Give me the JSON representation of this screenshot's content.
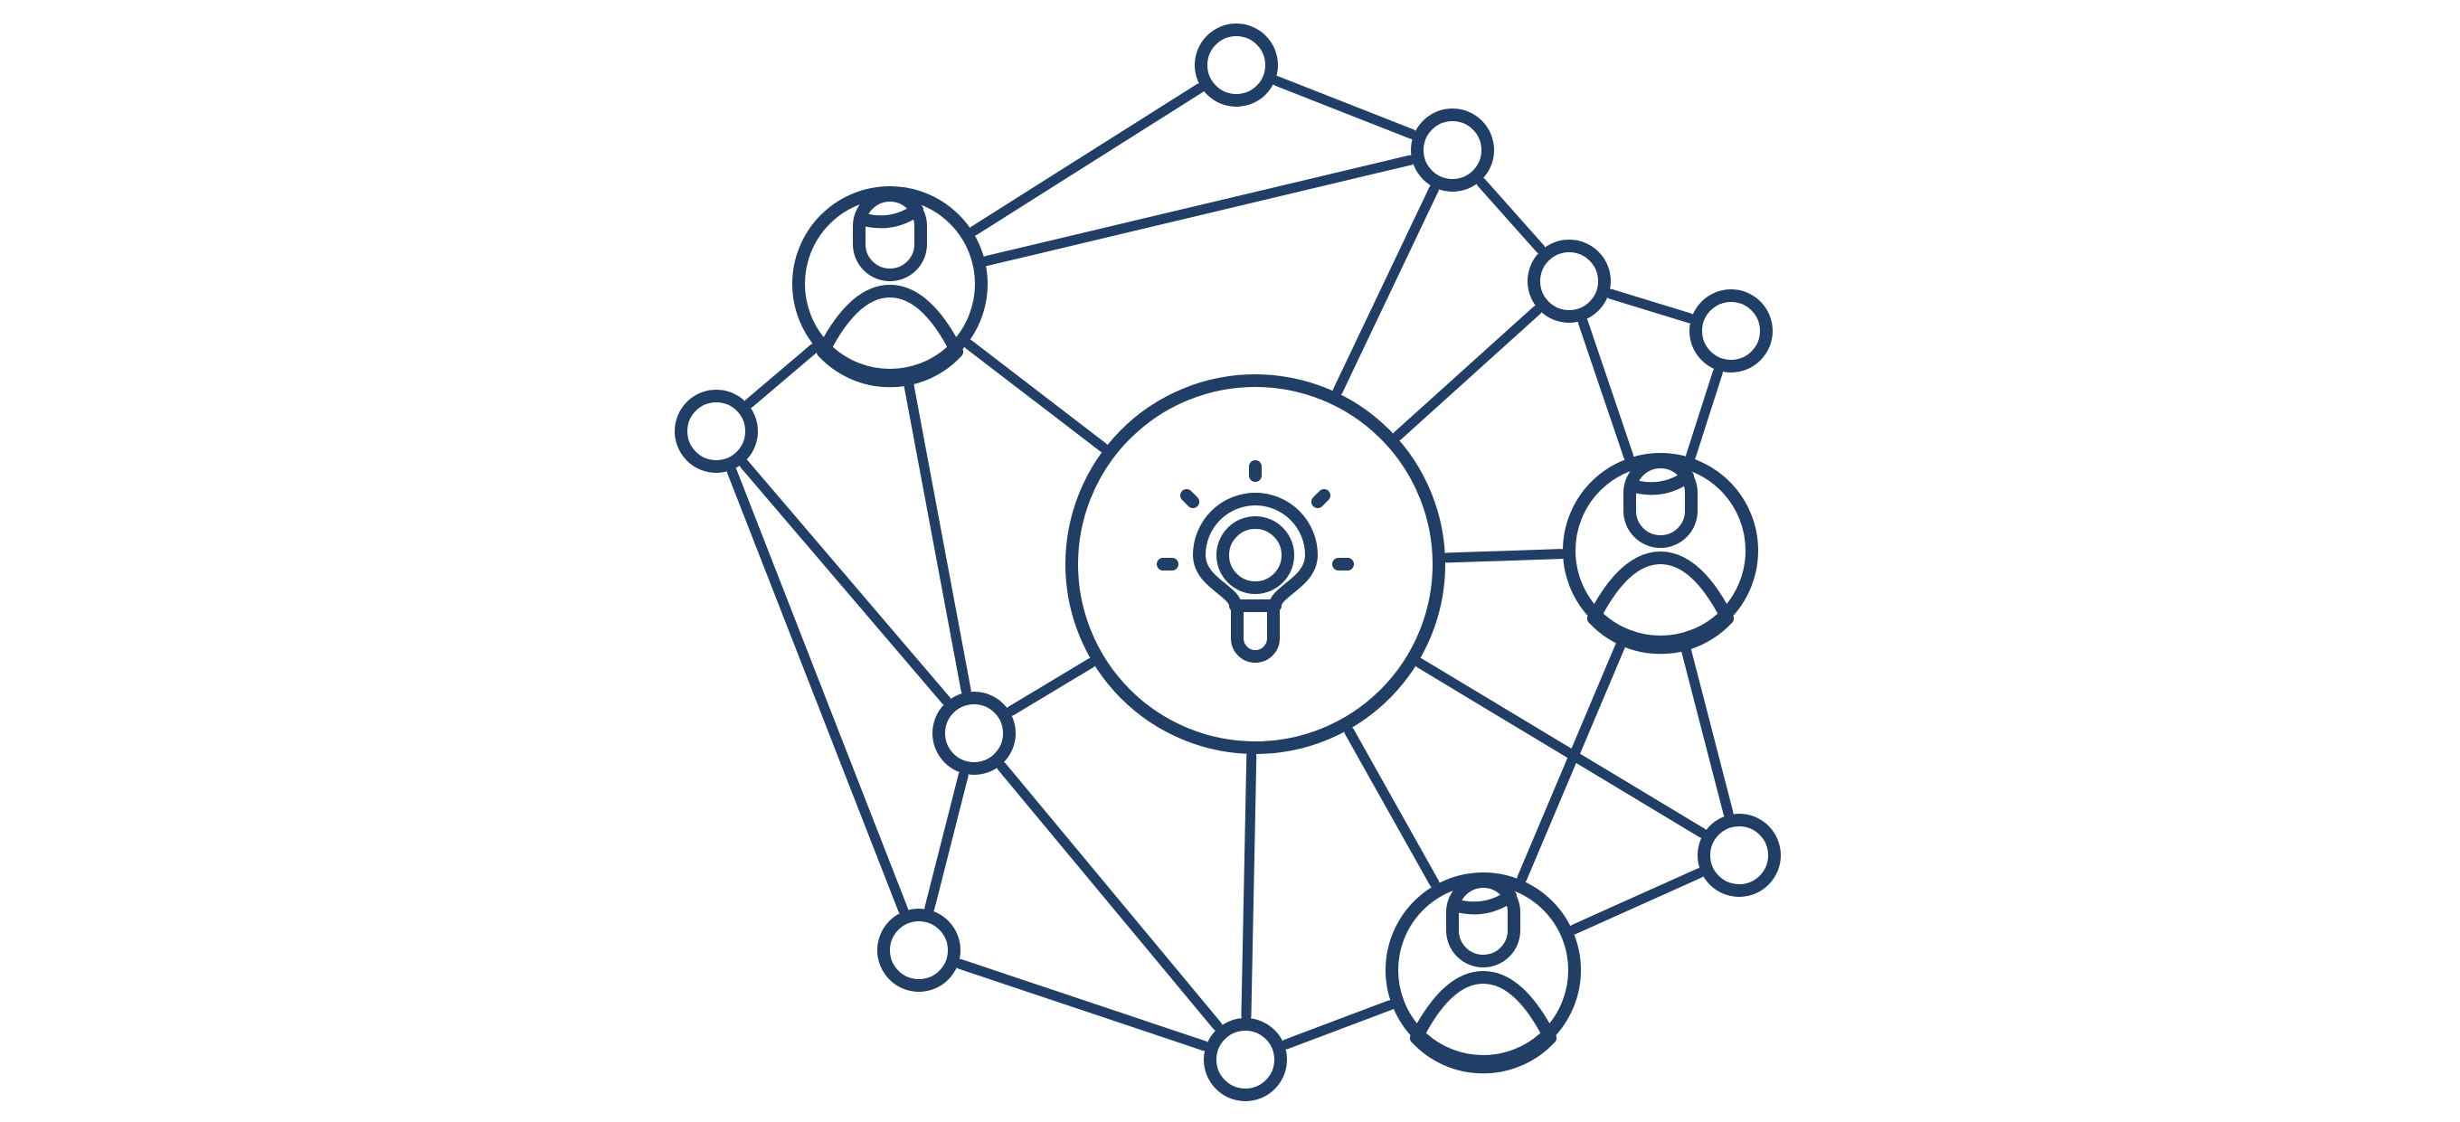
{
  "diagram": {
    "type": "network",
    "description_text": "",
    "colors": {
      "line": "#203e66",
      "background": "#ffffff"
    },
    "center_node": {
      "id": "hub",
      "icon": "lightbulb-icon"
    },
    "person_nodes": [
      {
        "id": "person-top-left",
        "icon": "person-icon"
      },
      {
        "id": "person-right",
        "icon": "person-icon"
      },
      {
        "id": "person-bottom",
        "icon": "person-icon"
      }
    ],
    "small_nodes": [
      "top",
      "top-right",
      "right-upper",
      "far-right",
      "left",
      "mid-left",
      "bottom-left",
      "bottom-center",
      "right-lower"
    ],
    "connections": [
      [
        "top",
        "person-top-left"
      ],
      [
        "top",
        "top-right"
      ],
      [
        "top-right",
        "person-top-left"
      ],
      [
        "top-right",
        "right-upper"
      ],
      [
        "top-right",
        "hub"
      ],
      [
        "top-right",
        "hub-right-upper"
      ],
      [
        "right-upper",
        "far-right"
      ],
      [
        "right-upper",
        "person-right"
      ],
      [
        "right-upper",
        "hub"
      ],
      [
        "far-right",
        "person-right"
      ],
      [
        "person-top-left",
        "left"
      ],
      [
        "person-top-left",
        "hub"
      ],
      [
        "person-top-left",
        "mid-left"
      ],
      [
        "left",
        "mid-left"
      ],
      [
        "left",
        "bottom-left"
      ],
      [
        "mid-left",
        "hub"
      ],
      [
        "mid-left",
        "bottom-left"
      ],
      [
        "mid-left",
        "bottom-center"
      ],
      [
        "bottom-left",
        "bottom-center"
      ],
      [
        "hub",
        "person-right"
      ],
      [
        "hub",
        "bottom-center"
      ],
      [
        "hub",
        "person-bottom"
      ],
      [
        "hub",
        "right-lower"
      ],
      [
        "person-right",
        "person-bottom"
      ],
      [
        "person-right",
        "right-lower"
      ],
      [
        "right-lower",
        "person-bottom"
      ],
      [
        "bottom-center",
        "person-bottom"
      ]
    ]
  }
}
